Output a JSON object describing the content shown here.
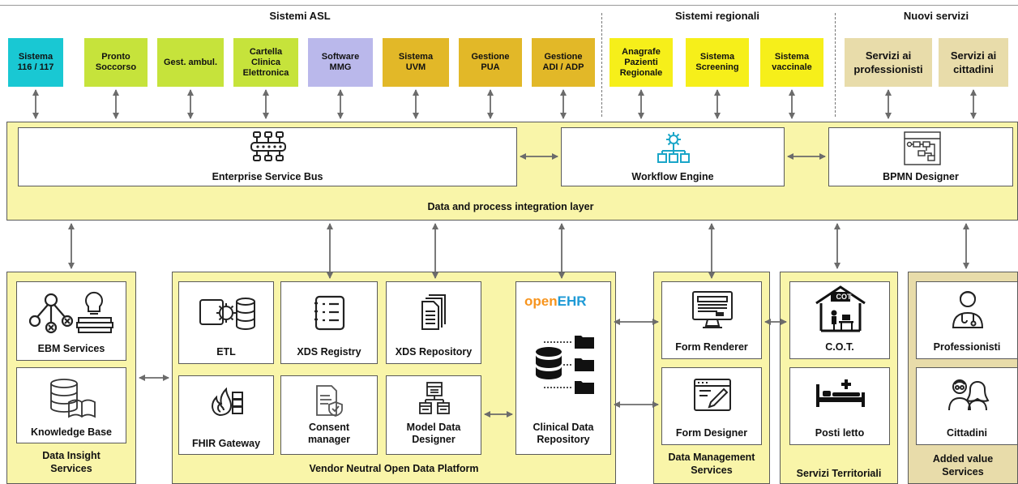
{
  "headers": {
    "asl": "Sistemi ASL",
    "regional": "Sistemi regionali",
    "new": "Nuovi servizi"
  },
  "asl_systems": [
    {
      "label": "Sistema\n116 / 117",
      "color": "#19c8d3"
    },
    {
      "label": "Pronto\nSoccorso",
      "color": "#c6e33b"
    },
    {
      "label": "Gest. ambul.",
      "color": "#c6e33b"
    },
    {
      "label": "Cartella\nClinica\nElettronica",
      "color": "#c6e33b"
    },
    {
      "label": "Software\nMMG",
      "color": "#bab8eb"
    },
    {
      "label": "Sistema\nUVM",
      "color": "#e2b828"
    },
    {
      "label": "Gestione\nPUA",
      "color": "#e2b828"
    },
    {
      "label": "Gestione\nADI / ADP",
      "color": "#e2b828"
    }
  ],
  "regional_systems": [
    {
      "label": "Anagrafe\nPazienti\nRegionale",
      "color": "#f6ef1a"
    },
    {
      "label": "Sistema\nScreening",
      "color": "#f6ef1a"
    },
    {
      "label": "Sistema\nvaccinale",
      "color": "#f6ef1a"
    }
  ],
  "new_services": [
    {
      "label": "Servizi ai\nprofessionisti",
      "color": "#e8dcaa"
    },
    {
      "label": "Servizi ai\ncittadini",
      "color": "#e8dcaa"
    }
  ],
  "integration_layer": {
    "title": "Data and process integration layer",
    "esb": "Enterprise Service Bus",
    "workflow": "Workflow Engine",
    "bpmn": "BPMN Designer",
    "esb_icon": "bus-icon",
    "workflow_icon": "workflow-gear-icon",
    "bpmn_icon": "bpmn-diagram-icon"
  },
  "data_insight": {
    "title": "Data Insight\nServices",
    "ebm": "EBM Services",
    "kb": "Knowledge Base"
  },
  "platform": {
    "title": "Vendor Neutral Open Data Platform",
    "etl": "ETL",
    "xds_registry": "XDS Registry",
    "xds_repository": "XDS Repository",
    "fhir": "FHIR Gateway",
    "consent": "Consent\nmanager",
    "model": "Model Data\nDesigner",
    "openehr_open": "open",
    "openehr_ehr": "EHR",
    "cdr": "Clinical Data\nRepository"
  },
  "data_management": {
    "title": "Data Management\nServices",
    "renderer": "Form Renderer",
    "designer": "Form Designer"
  },
  "territorial": {
    "title": "Servizi Territoriali",
    "cot": "C.O.T.",
    "cot_sign": "COT",
    "beds": "Posti letto"
  },
  "added_value": {
    "title": "Added value\nServices",
    "professionals": "Professionisti",
    "citizens": "Cittadini"
  },
  "colors": {
    "layer_fill": "#f9f5a9",
    "added_value_fill": "#e8dcaa",
    "openehr_orange": "#f7941d",
    "openehr_blue": "#1e9ad6",
    "arrow": "#6b6b6b",
    "workflow_teal": "#1aa6c8"
  }
}
